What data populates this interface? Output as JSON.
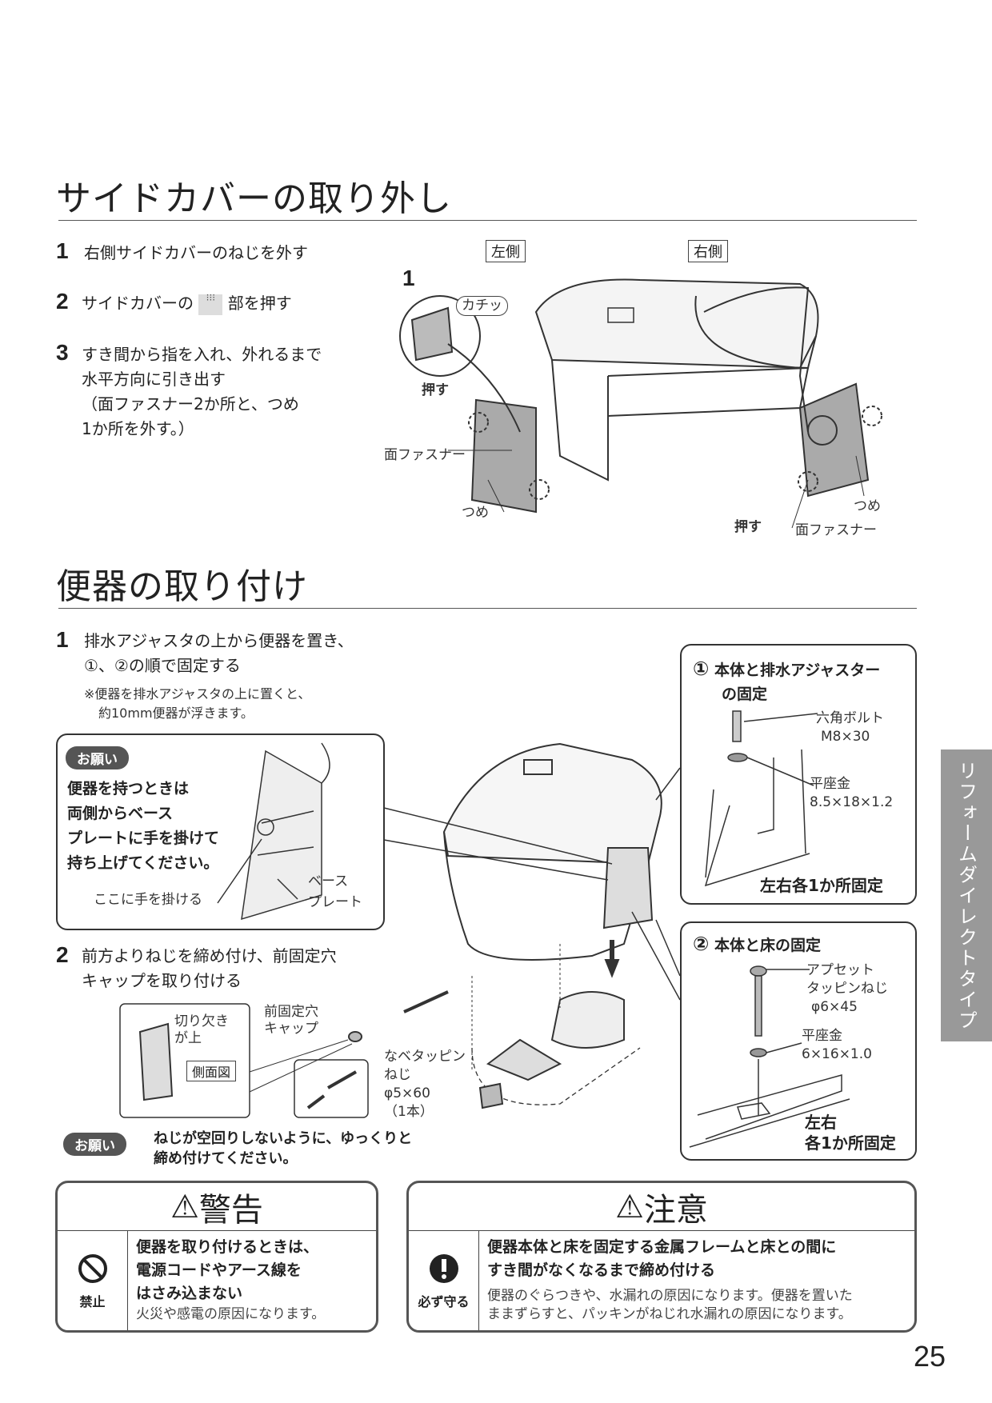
{
  "section1": {
    "title": "サイドカバーの取り外し",
    "steps": [
      {
        "num": "1",
        "lines": [
          "右側サイドカバーのねじを外す"
        ]
      },
      {
        "num": "2",
        "lines": [
          "サイドカバーの",
          "部を押す"
        ]
      },
      {
        "num": "3",
        "lines": [
          "すき間から指を入れ、外れるまで",
          "水平方向に引き出す",
          "（面ファスナー2か所と、つめ",
          "1か所を外す。）"
        ]
      }
    ],
    "diagram": {
      "left_tag": "左側",
      "right_tag": "右側",
      "step_num": "1",
      "click": "カチッ",
      "push": "押す",
      "fastener": "面ファスナー",
      "claw": "つめ",
      "push_right": "押す",
      "claw_right": "つめ",
      "fastener_right": "面ファスナー"
    }
  },
  "section2": {
    "title": "便器の取り付け",
    "step1": {
      "num": "1",
      "lines": [
        "排水アジャスタの上から便器を置き、",
        "①、②の順で固定する"
      ],
      "note": [
        "※便器を排水アジャスタの上に置くと、",
        "約10mm便器が浮きます。"
      ]
    },
    "request_box": {
      "badge": "お願い",
      "lines": [
        "便器を持つときは",
        "両側からベース",
        "プレートに手を掛けて",
        "持ち上げてください。"
      ],
      "hand_label": "ここに手を掛ける",
      "base_label": [
        "ベース",
        "プレート"
      ]
    },
    "fix1": {
      "num": "①",
      "title": [
        "本体と排水アジャスター",
        "の固定"
      ],
      "bolt": [
        "六角ボルト",
        "M8×30"
      ],
      "washer": [
        "平座金",
        "8.5×18×1.2"
      ],
      "footer": "左右各1か所固定"
    },
    "fix2": {
      "num": "②",
      "title": "本体と床の固定",
      "screw": [
        "アプセット",
        "タッピンねじ",
        "φ6×45"
      ],
      "washer": [
        "平座金",
        "6×16×1.0"
      ],
      "footer": [
        "左右",
        "各1か所固定"
      ]
    },
    "step2": {
      "num": "2",
      "lines": [
        "前方よりねじを締め付け、前固定穴",
        "キャップを取り付ける"
      ],
      "notch": [
        "切り欠き",
        "が上"
      ],
      "side_view": "側面図",
      "cap": [
        "前固定穴",
        "キャップ"
      ],
      "screw": [
        "なベタッピン",
        "ねじ",
        "φ5×60",
        "（1本）"
      ]
    },
    "request2": {
      "badge": "お願い",
      "lines": [
        "ねじが空回りしないように、ゆっくりと",
        "締め付けてください。"
      ]
    }
  },
  "warning": {
    "title": "警告",
    "icon_label": "禁止",
    "lines": [
      "便器を取り付けるときは、",
      "電源コードやアース線を",
      "はさみ込まない"
    ],
    "sub": "火災や感電の原因になります。"
  },
  "caution": {
    "title": "注意",
    "icon_label": "必ず守る",
    "lines": [
      "便器本体と床を固定する金属フレームと床との間に",
      "すき間がなくなるまで締め付ける"
    ],
    "sub": [
      "便器のぐらつきや、水漏れの原因になります。便器を置いた",
      "ままずらすと、パッキンがねじれ水漏れの原因になります。"
    ]
  },
  "side_tab": "リフォームダイレクトタイプ",
  "page_number": "25"
}
